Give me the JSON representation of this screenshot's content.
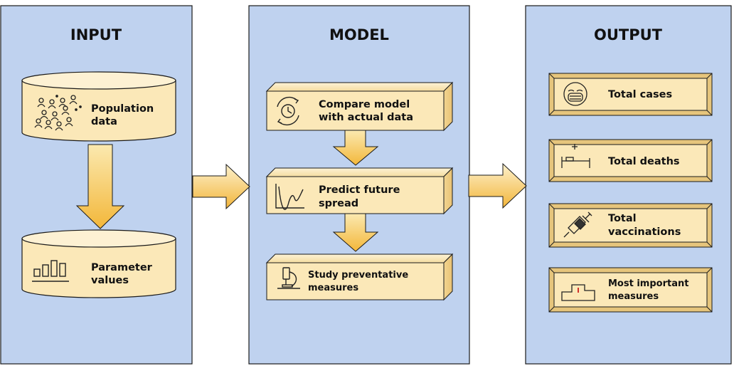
{
  "colors": {
    "panel_fill": "#bfd2ef",
    "panel_stroke": "#1a1a1a",
    "box_fill": "#fbe8b8",
    "arrow_top": "#fbe7a8",
    "arrow_bottom": "#f3b83a",
    "ink": "#111111"
  },
  "panels": {
    "input": {
      "title": "INPUT"
    },
    "model": {
      "title": "MODEL"
    },
    "output": {
      "title": "OUTPUT"
    }
  },
  "input": {
    "db1": {
      "line1": "Population",
      "line2": "data",
      "icon": "people-crowd-icon"
    },
    "db2": {
      "line1": "Parameter",
      "line2": "values",
      "icon": "bar-chart-icon"
    }
  },
  "model": {
    "step1": {
      "line1": "Compare model",
      "line2": "with actual data",
      "icon": "clock-cycle-icon"
    },
    "step2": {
      "line1": "Predict future",
      "line2": "spread",
      "icon": "wave-curve-icon"
    },
    "step3": {
      "line1": "Study preventative",
      "line2": "measures",
      "icon": "microscope-icon"
    }
  },
  "output": {
    "o1": {
      "line1": "Total cases",
      "line2": "",
      "icon": "masked-face-icon"
    },
    "o2": {
      "line1": "Total deaths",
      "line2": "",
      "icon": "hospital-bed-icon"
    },
    "o3": {
      "line1": "Total",
      "line2": "vaccinations",
      "icon": "syringe-icon"
    },
    "o4": {
      "line1": "Most important",
      "line2": "measures",
      "icon": "podium-icon"
    }
  }
}
